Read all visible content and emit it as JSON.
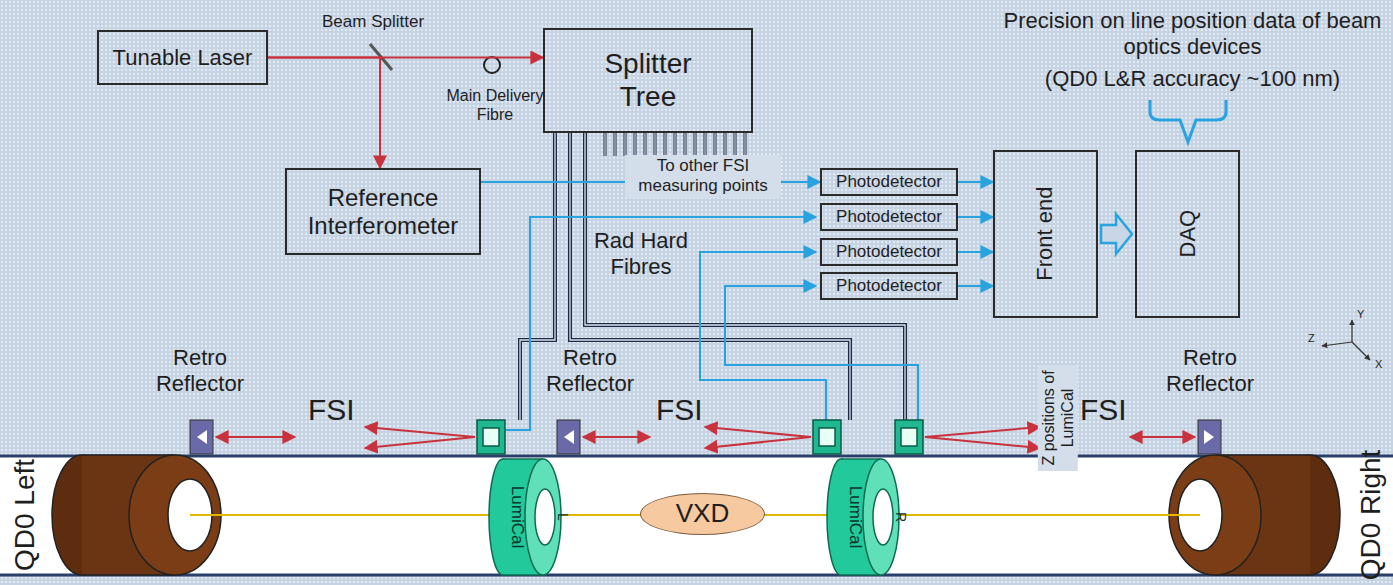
{
  "diagram": {
    "nodes": [
      {
        "text": [
          "Tunable Laser"
        ]
      },
      {
        "text": [
          "Splitter Tree"
        ]
      },
      {
        "text": [
          "Reference Interferometer"
        ]
      },
      {
        "text": [
          "Photodetector"
        ]
      },
      {
        "text": [
          "Photodetector"
        ]
      },
      {
        "text": [
          "Photodetector"
        ]
      },
      {
        "text": [
          "Photodetector"
        ]
      },
      {
        "text": [
          "Front end"
        ]
      },
      {
        "text": [
          "DAQ"
        ]
      },
      {
        "text": [
          "LumiCal",
          "L"
        ]
      },
      {
        "text": [
          "VXD"
        ]
      },
      {
        "text": [
          "LumiCal",
          "R"
        ]
      }
    ],
    "edges": [
      {
        "from": 0,
        "to": 1,
        "arrow": "to"
      },
      {
        "from": 0,
        "to": 2,
        "arrow": "to"
      },
      {
        "from": 2,
        "to": 3,
        "arrow": "to"
      },
      {
        "from": 3,
        "to": 7,
        "arrow": "to"
      },
      {
        "from": 4,
        "to": 7,
        "arrow": "to"
      },
      {
        "from": 5,
        "to": 7,
        "arrow": "to"
      },
      {
        "from": 6,
        "to": 7,
        "arrow": "to"
      },
      {
        "from": 7,
        "to": 8,
        "arrow": "to"
      }
    ],
    "labels": [
      "Beam Splitter",
      "Main Delivery Fibre",
      "To other FSI measuring points",
      "Rad Hard Fibres",
      "Precision on line position data of beam optics devices",
      "(QD0 L&R accuracy ~100 nm)",
      "Retro Reflector",
      "Retro Reflector",
      "Retro Reflector",
      "FSI",
      "FSI",
      "FSI",
      "Z positions of LumiCal",
      "QD0 Left",
      "QD0 Right",
      "Z",
      "Y",
      "X"
    ]
  }
}
